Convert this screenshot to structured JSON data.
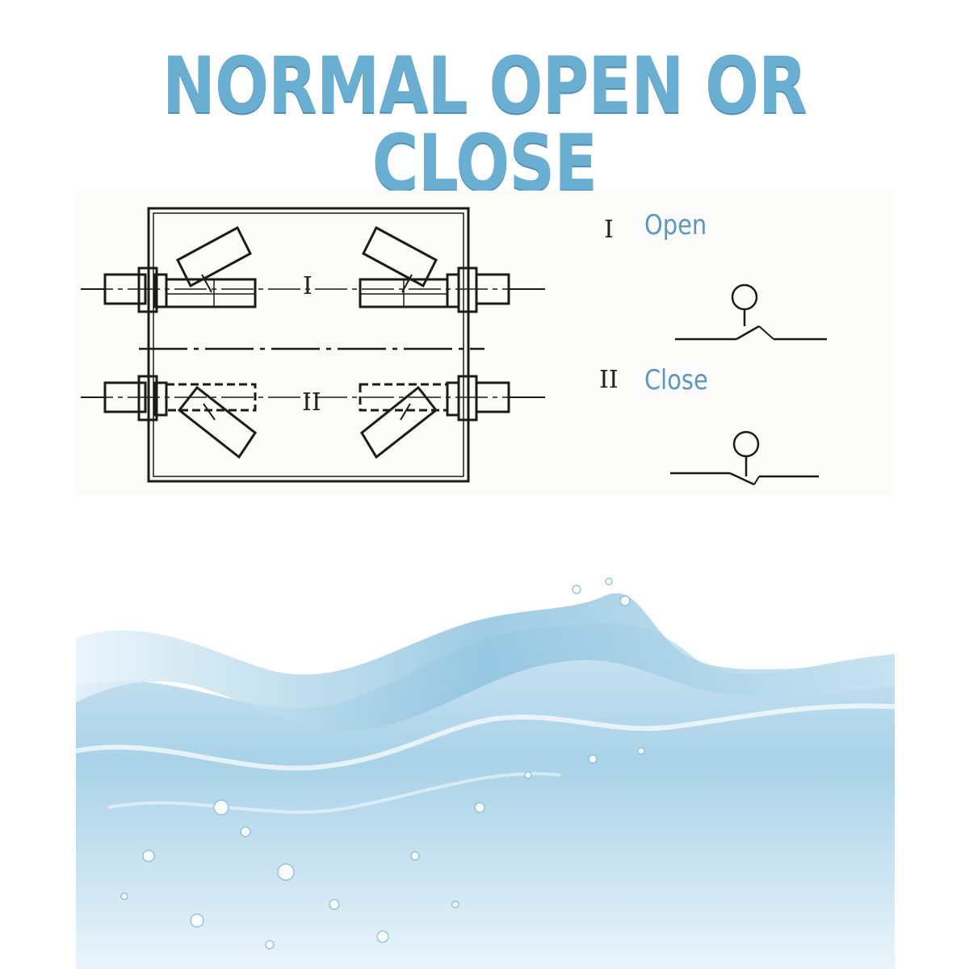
{
  "title": "NORMAL OPEN OR CLOSE",
  "diagram": {
    "upper_roman": "I",
    "lower_roman": "II",
    "legend": [
      {
        "roman": "I",
        "label": "Open"
      },
      {
        "roman": "II",
        "label": "Close"
      }
    ]
  },
  "colors": {
    "title": "#6aaed2",
    "legend_text": "#5b97bf",
    "water_light": "#e6f2f9",
    "water_deep": "#9ac9e3"
  }
}
